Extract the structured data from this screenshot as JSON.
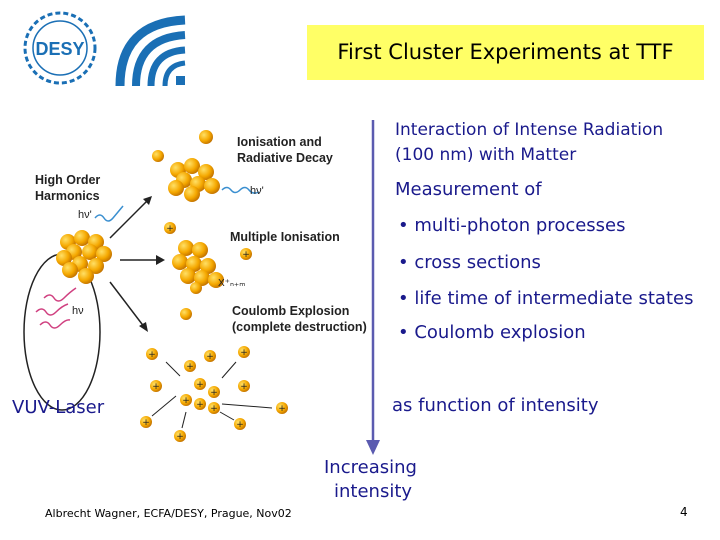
{
  "logo": {
    "text": "DESY",
    "icon": "desy-logo-icon"
  },
  "slide": {
    "title": "First Cluster Experiments at TTF",
    "interaction_line1": "Interaction of Intense Radiation",
    "interaction_line2": "(100 nm) with Matter",
    "measurement_of": "Measurement of",
    "bullets": [
      "• multi-photon processes",
      "• cross sections",
      "• life time of intermediate states",
      "• Coulomb explosion"
    ],
    "as_function": "as function of intensity",
    "increasing_line1": "Increasing",
    "increasing_line2": "intensity",
    "vuv_label": "VUV-Laser",
    "footer": "Albrecht Wagner, ECFA/DESY, Prague, Nov02",
    "page_number": "4"
  },
  "figure": {
    "ionisation_line1": "Ionisation and",
    "ionisation_line2": "Radiative Decay",
    "hho_line1": "High Order",
    "hho_line2": "Harmonics",
    "hv_prime": "hν'",
    "hv_prime2": "hν'",
    "multiple_ionisation": "Multiple Ionisation",
    "coulomb_line1": "Coulomb Explosion",
    "coulomb_line2": "(complete destruction)",
    "hv": "hν",
    "x_ion": "X⁺ₙ₊ₘ"
  },
  "colors": {
    "title_bg": "#ffff66",
    "text_blue": "#1a1a8c",
    "arrow": "#5b5bb0",
    "cluster": "#f5a800"
  }
}
